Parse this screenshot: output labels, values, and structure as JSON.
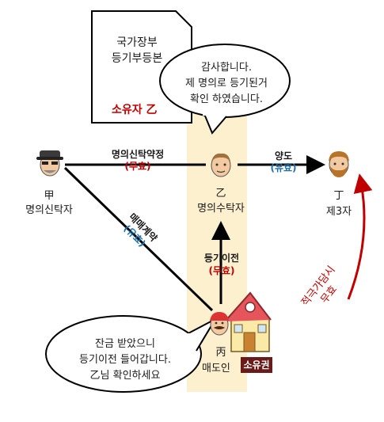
{
  "registry_doc": {
    "title_line1": "국가장부",
    "title_line2": "등기부등본",
    "owner_label": "소유자 乙"
  },
  "bubble_top": {
    "line1": "감사합니다.",
    "line2": "제 명의로 등기된거",
    "line3": "확인 하였습니다."
  },
  "bubble_bottom": {
    "line1": "잔금 받았으니",
    "line2": "등기이전 들어갑니다.",
    "line3": "乙님 확인하세요"
  },
  "persons": {
    "gap": {
      "hanja": "甲",
      "role": "명의신탁자"
    },
    "eul": {
      "hanja": "乙",
      "role": "명의수탁자"
    },
    "jeong": {
      "hanja": "丁",
      "role": "제3자"
    },
    "byeong": {
      "hanja": "丙",
      "role": "매도인",
      "badge": "소유권"
    }
  },
  "relations": {
    "trust_agreement": {
      "label": "명의신탁약정",
      "status": "(무효)"
    },
    "transfer": {
      "label": "양도",
      "status": "(유효)"
    },
    "sale_contract": {
      "label": "매매계약",
      "status": "(유효)"
    },
    "registration": {
      "label": "등기이전",
      "status": "(무효)"
    },
    "bad_faith": {
      "line1": "적극가담시",
      "line2": "무효"
    }
  },
  "colors": {
    "highlight_band": "#fdf0cf",
    "invalid_red": "#c00000",
    "valid_blue": "#1f6fa8",
    "bad_faith_red": "#c00000",
    "badge_bg": "#6b1a1a"
  }
}
